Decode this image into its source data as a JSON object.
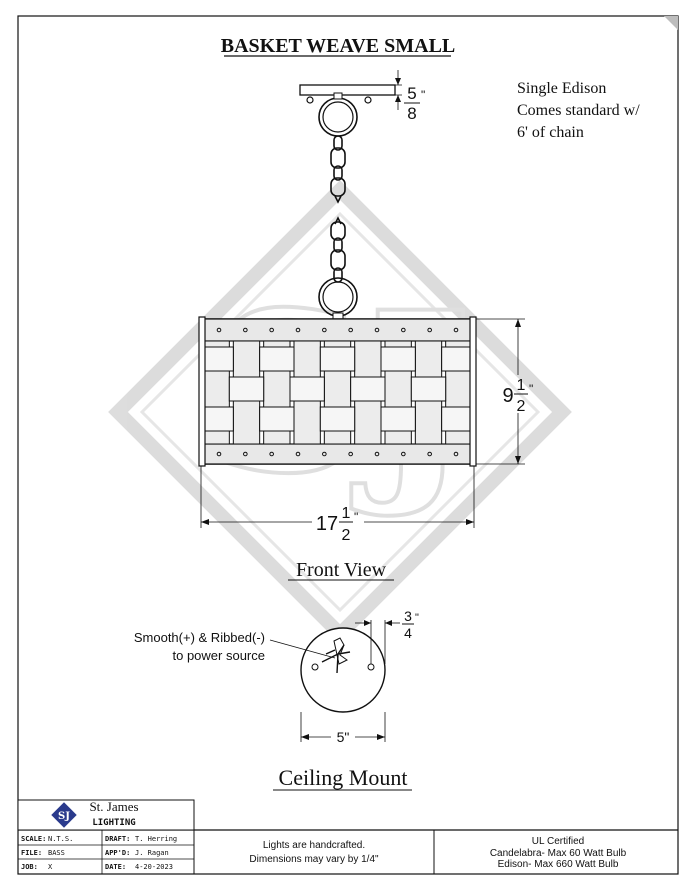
{
  "title": "BASKET WEAVE SMALL",
  "notes": {
    "line1": "Single Edison",
    "line2": "Comes standard w/",
    "line3": "6' of chain"
  },
  "dims": {
    "canopy_whole": "",
    "canopy_num": "5",
    "canopy_den": "8",
    "canopy_inch": "\"",
    "height_whole": "9",
    "height_num": "1",
    "height_den": "2",
    "height_inch": "\"",
    "width_whole": "17",
    "width_num": "1",
    "width_den": "2",
    "width_inch": "\"",
    "mount_num": "3",
    "mount_den": "4",
    "mount_inch": "\"",
    "mount_dia": "5\""
  },
  "views": {
    "front": "Front View",
    "ceiling": "Ceiling Mount"
  },
  "wire_note": {
    "line1": "Smooth(+) & Ribbed(-)",
    "line2": "to power source"
  },
  "logo": {
    "monogram": "SJ",
    "name": "St. James",
    "sub": "LIGHTING"
  },
  "title_block": {
    "scale_label": "SCALE:",
    "scale_value": "N.T.S.",
    "file_label": "FILE:",
    "file_value": "BASS",
    "job_label": "JOB:",
    "job_value": "X",
    "draft_label": "DRAFT:",
    "draft_value": "T. Herring",
    "appd_label": "APP'D:",
    "appd_value": "J. Ragan",
    "date_label": "DATE:",
    "date_value": "4-20-2023"
  },
  "handcrafted": {
    "line1": "Lights are handcrafted.",
    "line2": "Dimensions may vary by 1/4\""
  },
  "ul": {
    "line1": "UL Certified",
    "line2": "Candelabra- Max 60 Watt Bulb",
    "line3": "Edison- Max 660 Watt Bulb"
  },
  "colors": {
    "line": "#111111",
    "watermark": "#d9d9d9",
    "panel": "#e6e6e6",
    "logo_blue": "#2a3a8c"
  }
}
